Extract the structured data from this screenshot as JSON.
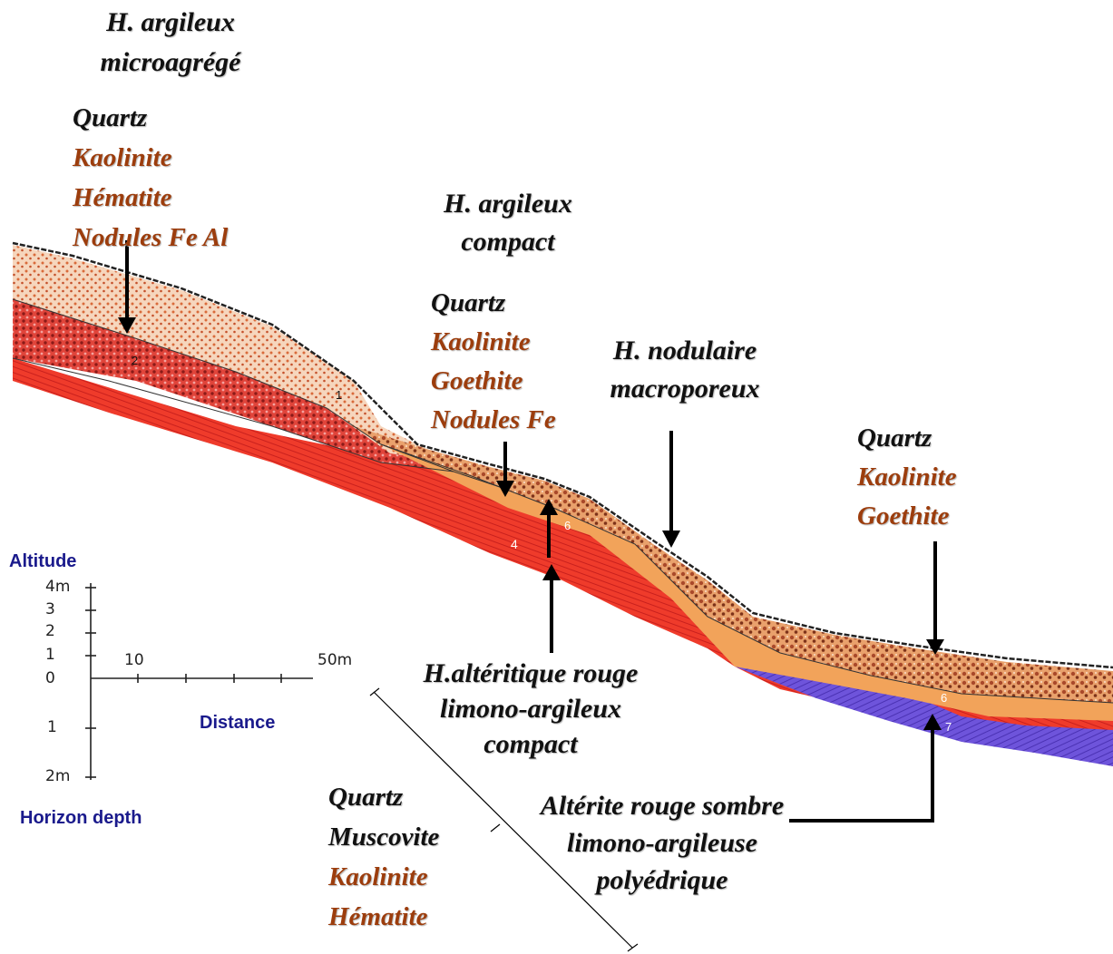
{
  "labels": {
    "h1_title": [
      "H. argileux",
      "microagrégé"
    ],
    "h1_minerals": [
      "Quartz",
      "Kaolinite",
      "Hématite",
      "Nodules Fe Al"
    ],
    "h2_title": [
      "H. argileux",
      "compact"
    ],
    "h2_minerals": [
      "Quartz",
      "Kaolinite",
      "Goethite",
      "Nodules Fe"
    ],
    "h3_title": [
      "H. nodulaire",
      "macroporeux"
    ],
    "h4_minerals": [
      "Quartz",
      "Kaolinite",
      "Goethite"
    ],
    "alt_title": [
      "H.altéritique rouge",
      "limono-argileux",
      "compact"
    ],
    "bottom_minerals": [
      "Quartz",
      "Muscovite",
      "Kaolinite",
      "Hématite"
    ],
    "dark_title": [
      "Altérite rouge sombre",
      "limono-argileuse",
      "polyédrique"
    ]
  },
  "scale": {
    "altitude_label": "Altitude",
    "distance_label": "Distance",
    "depth_label": "Horizon depth",
    "alt_ticks": [
      "4m",
      "3",
      "2",
      "1",
      "0"
    ],
    "depth_ticks": [
      "1",
      "2m"
    ],
    "dist_ticks": [
      "10",
      "50m"
    ]
  },
  "layer_numbers": [
    "1",
    "2",
    "4",
    "6",
    "6",
    "7"
  ],
  "colors": {
    "black_text": "#111111",
    "brown_text": "#9c3d0d",
    "axis_text": "#1a1a8c",
    "red_alterite": "#ee3a2a",
    "purple_alterite": "#6b4fd6",
    "orange_band": "#f2a35a",
    "nodular_layer": "#d9834f",
    "surface_layer": "#f3c9a6"
  }
}
